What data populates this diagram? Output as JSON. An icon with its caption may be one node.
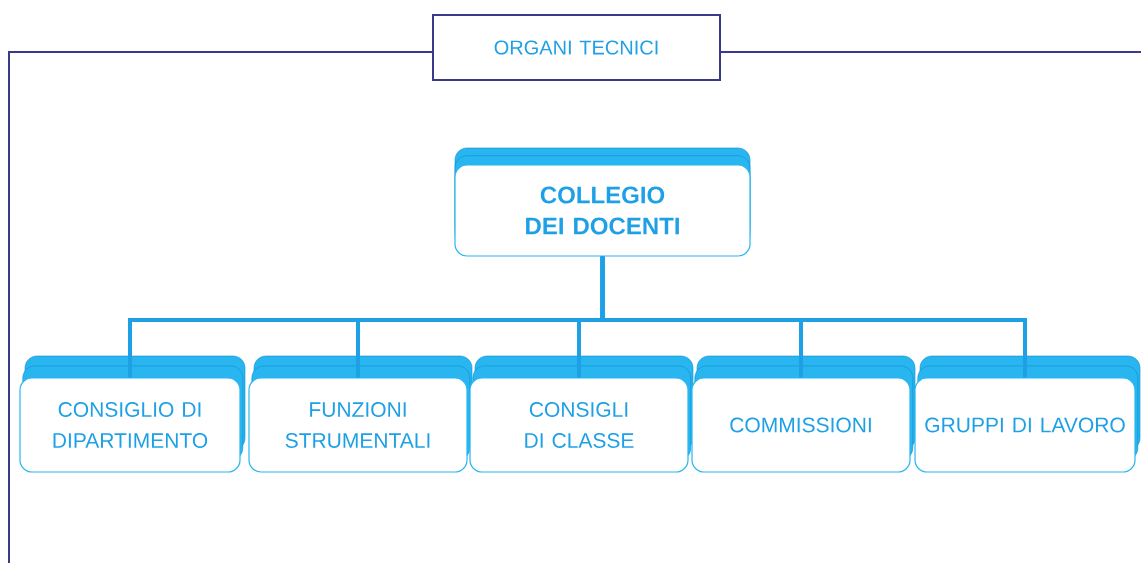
{
  "diagram": {
    "nodes": [
      {
        "text": [
          "ORGANI TECNICI"
        ]
      },
      {
        "text": [
          "COLLEGIO DEI DOCENTI"
        ]
      },
      {
        "text": [
          "CONSIGLIO DI DIPARTIMENTO"
        ]
      },
      {
        "text": [
          "FUNZIONI STRUMENTALI"
        ]
      },
      {
        "text": [
          "CONSIGLI DI CLASSE"
        ]
      },
      {
        "text": [
          "COMMISSIONI"
        ]
      },
      {
        "text": [
          "GRUPPI DI LAVORO"
        ]
      }
    ],
    "edges": [
      {
        "from": 1,
        "to": 2,
        "arrow": "none"
      },
      {
        "from": 1,
        "to": 3,
        "arrow": "none"
      },
      {
        "from": 1,
        "to": 4,
        "arrow": "none"
      },
      {
        "from": 1,
        "to": 5,
        "arrow": "none"
      },
      {
        "from": 1,
        "to": 6,
        "arrow": "none"
      }
    ]
  }
}
